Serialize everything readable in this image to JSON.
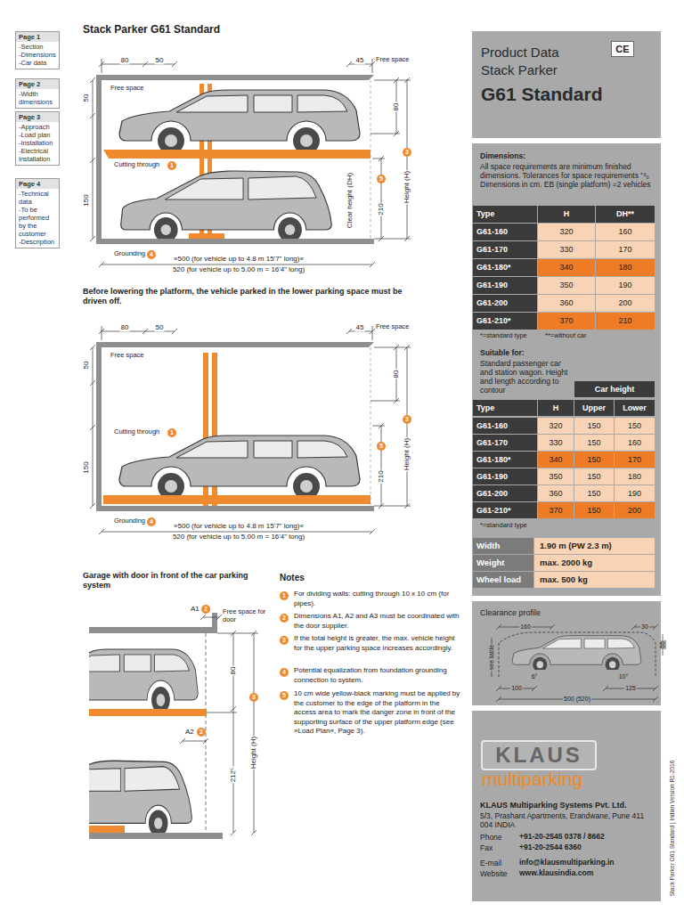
{
  "diagram": {
    "title": "Stack Parker G61 Standard",
    "nodes": [
      {
        "text": [
          "Page 1",
          "-Section",
          "-Dimensions",
          "-Car data"
        ]
      },
      {
        "text": [
          "Page 2",
          "-Width dimensions"
        ]
      },
      {
        "text": [
          "Page 3",
          "-Approach",
          "-Load plan",
          "-Installation",
          "-Electrical installation"
        ]
      },
      {
        "text": [
          "Page 4",
          "-Technical data",
          "-To be performed by the customer",
          "-Description"
        ]
      },
      {
        "text": [
          "Product Data Stack Parker",
          "G61 Standard"
        ]
      },
      {
        "text": [
          "KLAUS"
        ]
      }
    ],
    "labels": [
      "80",
      "50",
      "45",
      "Free space",
      "Free space",
      "50",
      "80",
      "Cutting through",
      "1",
      "150",
      "Clear height (DH)",
      "5",
      "210",
      "3",
      "Height (H)",
      "Grounding",
      "4",
      "»500 (for vehicle up to 4.8 m 15'7\" long)«",
      "520 (for vehicle up to 5.00 m = 16'4\" long)",
      "Before lowering the platform, the vehicle parked in the lower parking space must be driven off.",
      "80",
      "50",
      "45",
      "Free space",
      "Free space",
      "50",
      "80",
      "Cutting through",
      "1",
      "150",
      "5",
      "210",
      "3",
      "Height (H)",
      "Grounding",
      "4",
      "»500 (for vehicle up to 4.8 m 15'7\" long)«",
      "520 (for vehicle up to 5.00 m = 16'4\" long)",
      "Garage with door in front of the car parking system",
      "A1",
      "2",
      "Free space for door",
      "80",
      "A2",
      "2",
      "3",
      "Height (H)",
      "212⁵",
      "Notes",
      "1",
      "For dividing walls: cutting through 10 x 10 cm (for pipes).",
      "2",
      "Dimensions A1, A2 and A3 must be coordinated with the door supplier.",
      "3",
      "If the total height is greater, the max. vehicle height for the upper parking space increases accordingly.",
      "4",
      "Potential equalization from foundation grounding connection to system.",
      "5",
      "10 cm wide yellow-black marking must be applied by the customer to the edge of the platform in the access area to mark the danger zone in front of the supporting surface of the upper platform edge (see »Load Plan«, Page 3).",
      "CE",
      "Dimensions:",
      "All space requirements are minimum finished dimensions. Tolerances for space requirements ⁺³₀ Dimensions in cm. EB (single platform) =2 vehicles",
      "Type",
      "H",
      "DH**",
      "G61-160",
      "320",
      "160",
      "G61-170",
      "330",
      "170",
      "G61-180*",
      "340",
      "180",
      "G61-190",
      "350",
      "190",
      "G61-200",
      "360",
      "200",
      "G61-210*",
      "370",
      "210",
      "*=standard type",
      "**=without car",
      "Suitable for:",
      "Standard passenger car and station wagon. Height and length according to contour",
      "Car height",
      "Type",
      "H",
      "Upper",
      "Lower",
      "G61-160",
      "320",
      "150",
      "150",
      "G61-170",
      "330",
      "150",
      "160",
      "G61-180*",
      "340",
      "150",
      "170",
      "G61-190",
      "350",
      "150",
      "180",
      "G61-200",
      "360",
      "150",
      "190",
      "G61-210*",
      "370",
      "150",
      "200",
      "*=standard type",
      "Width",
      "1.90 m (PW 2.3 m)",
      "Weight",
      "max. 2000 kg",
      "Wheel load",
      "max. 500 kg",
      "Clearance profile",
      "160",
      "30",
      "see table",
      "55",
      "6°",
      "10°",
      "100",
      "125",
      "500 (520)",
      "multiparking",
      "KLAUS Multiparking Systems Pvt. Ltd.",
      "5/3, Prashant Apartments, Erandwane, Pune 411 004 INDIA",
      "Phone",
      "+91-20-2545 0378 / 8662",
      "Fax",
      "+91-20-2544 6360",
      "E-mail",
      "info@klausmultiparking.in",
      "Website",
      "www.klausindia.com",
      "Stack Parker G61 Standard | Indian Version R1-2016"
    ]
  }
}
